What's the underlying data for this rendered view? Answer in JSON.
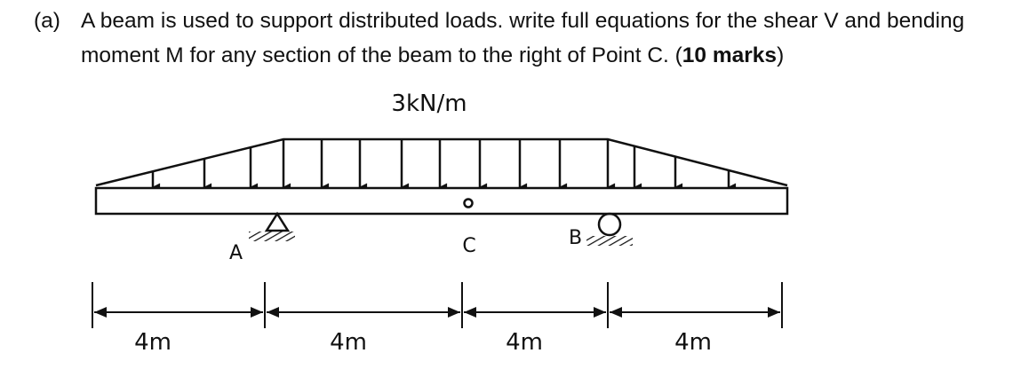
{
  "question": {
    "label": "(a)",
    "text_main": "A beam is used to support distributed loads. write full equations for the shear V and bending moment M for any section of the beam to the right of Point C. (",
    "marks_bold": "10 marks",
    "text_end": ")"
  },
  "diagram": {
    "load_label": "3kN/m",
    "points": {
      "a": "A",
      "b": "B",
      "c": "C"
    },
    "spans": [
      "4m",
      "4m",
      "4m",
      "4m"
    ]
  }
}
